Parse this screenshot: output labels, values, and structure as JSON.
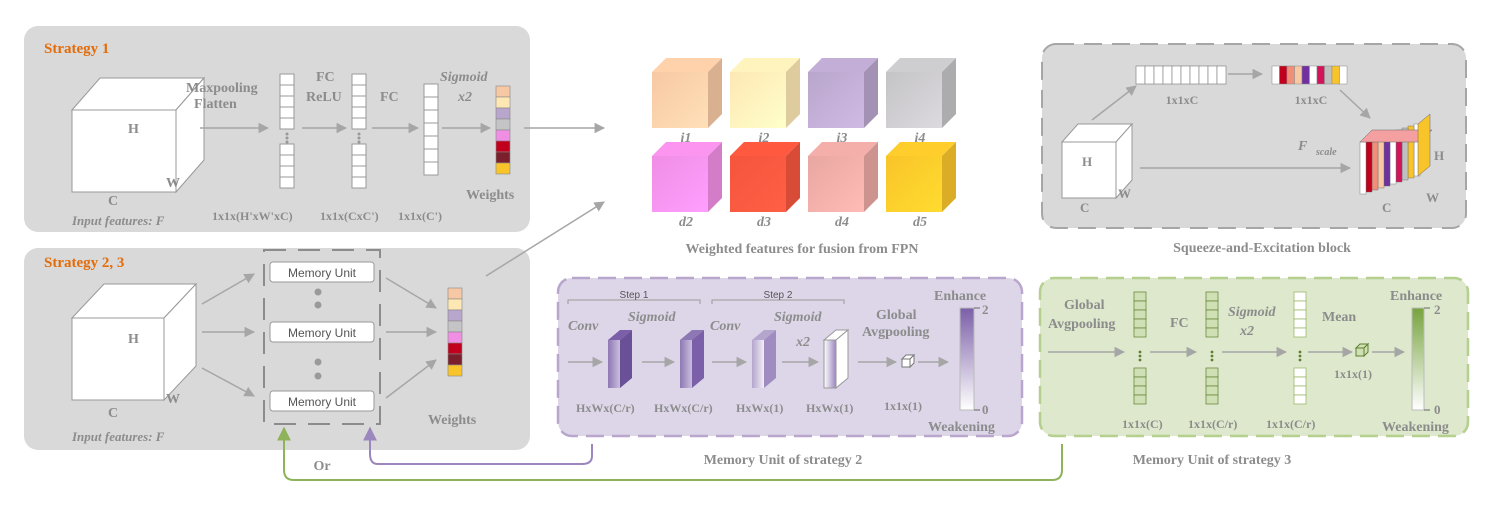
{
  "strategy1": {
    "title": "Strategy 1",
    "H": "H",
    "W": "W",
    "C": "C",
    "input_caption": "Input features: F",
    "maxpool_line1": "Maxpooling",
    "maxpool_line2": "Flatten",
    "fc_relu_line1": "FC",
    "fc_relu_line2": "ReLU",
    "fc": "FC",
    "sigmoid": "Sigmoid",
    "x2": "x2",
    "dim1": "1x1x(H'xW'xC)",
    "dim2": "1x1x(CxC')",
    "dim3": "1x1x(C')",
    "weights": "Weights"
  },
  "strategy23": {
    "title": "Strategy 2, 3",
    "H": "H",
    "W": "W",
    "C": "C",
    "input_caption": "Input features: F",
    "memory_unit": "Memory Unit",
    "weights": "Weights",
    "or": "Or"
  },
  "weighted": {
    "caption": "Weighted  features for fusion from FPN",
    "cubes": [
      {
        "label": "i1",
        "color": "#f7c8a4"
      },
      {
        "label": "i2",
        "color": "#fde8b4"
      },
      {
        "label": "i3",
        "color": "#b9a6cc"
      },
      {
        "label": "i4",
        "color": "#c4c3c6"
      },
      {
        "label": "d2",
        "color": "#f08ee4"
      },
      {
        "label": "d3",
        "color": "#f5553d"
      },
      {
        "label": "d4",
        "color": "#e9a7a2"
      },
      {
        "label": "d5",
        "color": "#f9c42a"
      }
    ]
  },
  "se_block": {
    "caption": "Squeeze-and-Excitation block",
    "dim_a": "1x1xC",
    "dim_b": "1x1xC",
    "F": "F",
    "scale": "scale",
    "H": "H",
    "W": "W",
    "C": "C"
  },
  "memory2": {
    "caption": "Memory Unit  of strategy 2",
    "step1": "Step 1",
    "step2": "Step 2",
    "conv1": "Conv",
    "sigmoid1": "Sigmoid",
    "conv2": "Conv",
    "sigmoid2": "Sigmoid",
    "x2": "x2",
    "global_line1": "Global",
    "global_line2": "Avgpooling",
    "dim1": "HxWx(C/r)",
    "dim2": "HxWx(C/r)",
    "dim3": "HxWx(1)",
    "dim4": "HxWx(1)",
    "dim5": "1x1x(1)",
    "enhance": "Enhance",
    "weakening": "Weakening",
    "max": "2",
    "min": "0",
    "accent": "#9b86bd"
  },
  "memory3": {
    "caption": "Memory Unit  of strategy 3",
    "global_line1": "Global",
    "global_line2": "Avgpooling",
    "fc": "FC",
    "sigmoid": "Sigmoid",
    "x2": "x2",
    "mean": "Mean",
    "dim1": "1x1x(C)",
    "dim2": "1x1x(C/r)",
    "dim3": "1x1x(C/r)",
    "dim4": "1x1x(1)",
    "enhance": "Enhance",
    "weakening": "Weakening",
    "max": "2",
    "min": "0",
    "accent": "#8fb35a"
  },
  "weight_colors": [
    "#f7c8a4",
    "#fde8b4",
    "#b9a6cc",
    "#c4c3c6",
    "#f08ee4",
    "#c0001c",
    "#7a1f2b",
    "#f9c42a"
  ],
  "se_colors": [
    "#ffffff",
    "#c0001c",
    "#f08e7a",
    "#f7c8a4",
    "#7030a0",
    "#ffffff",
    "#d4145a",
    "#c0c0c0",
    "#f9c42a",
    "#ffffff"
  ]
}
